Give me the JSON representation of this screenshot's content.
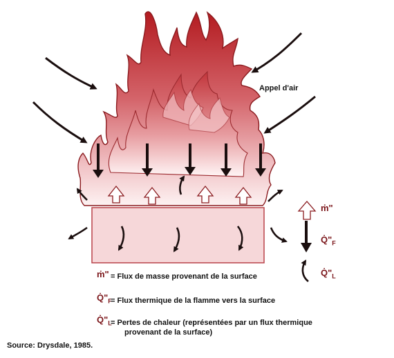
{
  "labels": {
    "air": "Appel d'air",
    "source": "Source: Drysdale, 1985."
  },
  "symbols": {
    "m": "ṁ\"",
    "qf": "Q̇\"",
    "qf_sub": "F",
    "ql": "Q̇\"",
    "ql_sub": "L"
  },
  "legend": [
    {
      "text": "= Flux de masse provenant de la surface"
    },
    {
      "text": "= Flux thermique de la flamme vers la surface"
    },
    {
      "text": "= Pertes de chaleur (représentées par un flux thermique"
    }
  ],
  "legend_line2": "provenant de la surface)",
  "colors": {
    "flame_dark": "#b31b20",
    "flame_light": "#fbeaea",
    "fuel_fill": "#f6d7d9",
    "fuel_stroke": "#b84048",
    "arrow_dark": "#1a0e0e",
    "symbol": "#7a1418"
  }
}
